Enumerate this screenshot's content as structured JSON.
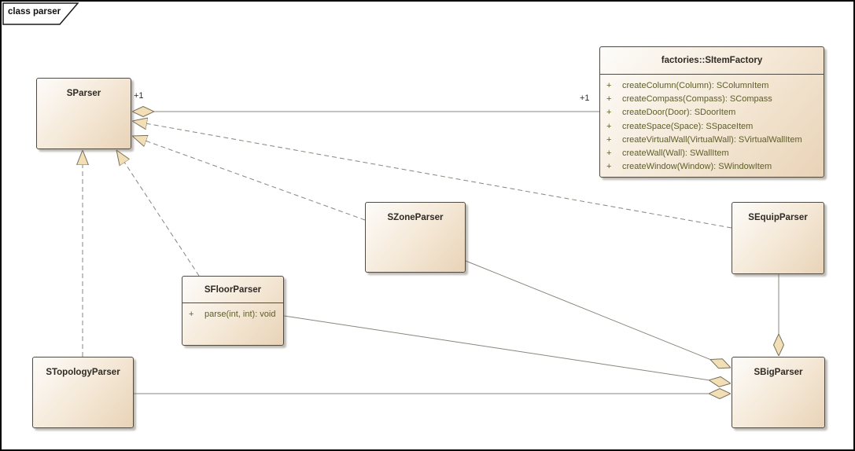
{
  "frame": {
    "title": "class parser"
  },
  "classes": [
    {
      "name": "SParser",
      "methods": []
    },
    {
      "name": "factories::SItemFactory",
      "methods": [
        {
          "vis": "+",
          "sig": "createColumn(Column): SColumnItem"
        },
        {
          "vis": "+",
          "sig": "createCompass(Compass): SCompass"
        },
        {
          "vis": "+",
          "sig": "createDoor(Door): SDoorItem"
        },
        {
          "vis": "+",
          "sig": "createSpace(Space): SSpaceItem"
        },
        {
          "vis": "+",
          "sig": "createVirtualWall(VirtualWall): SVirtualWallItem"
        },
        {
          "vis": "+",
          "sig": "createWall(Wall): SWallItem"
        },
        {
          "vis": "+",
          "sig": "createWindow(Window): SWindowItem"
        }
      ]
    },
    {
      "name": "SZoneParser",
      "methods": []
    },
    {
      "name": "SEquipParser",
      "methods": []
    },
    {
      "name": "SFloorParser",
      "methods": [
        {
          "vis": "+",
          "sig": "parse(int, int): void"
        }
      ]
    },
    {
      "name": "STopologyParser",
      "methods": []
    },
    {
      "name": "SBigParser",
      "methods": []
    }
  ],
  "connector_labels": {
    "sparser_multiplicity": "+1",
    "sitemfactory_multiplicity": "+1"
  },
  "colors": {
    "box_fill_light": "#fdfcfa",
    "box_fill_dark": "#e9d3b7",
    "box_border": "#4f4a44",
    "marker_fill": "#f3dfb6",
    "marker_stroke": "#77705f",
    "connector_line": "#8a857c",
    "method_text": "#5c5e28",
    "title_text": "#2f2a24"
  }
}
